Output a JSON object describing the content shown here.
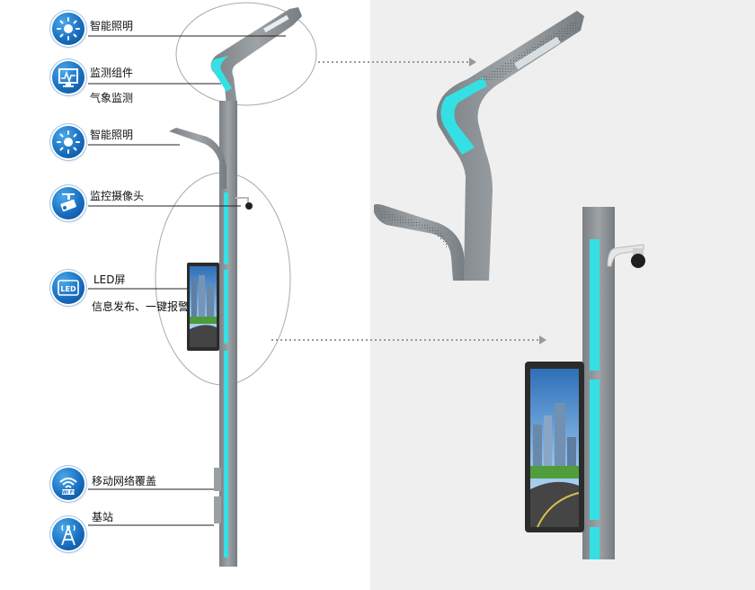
{
  "features": [
    {
      "id": "lighting-top",
      "icon": "sun-icon",
      "labels": [
        "智能照明"
      ]
    },
    {
      "id": "monitor",
      "icon": "monitor-icon",
      "labels": [
        "监测组件",
        "气象监测"
      ]
    },
    {
      "id": "lighting-secondary",
      "icon": "sun-icon",
      "labels": [
        "智能照明"
      ]
    },
    {
      "id": "camera",
      "icon": "camera-icon",
      "labels": [
        "监控摄像头"
      ]
    },
    {
      "id": "led",
      "icon": "led-icon",
      "labels": [
        "LED屏",
        "信息发布、一键报警"
      ]
    },
    {
      "id": "wifi",
      "icon": "wifi-icon",
      "labels": [
        "移动网络覆盖"
      ]
    },
    {
      "id": "base-station",
      "icon": "tower-icon",
      "labels": [
        "基站"
      ]
    }
  ],
  "colors": {
    "pole": "#8d9296",
    "pole_dark": "#6f7478",
    "led_strip": "#35e0e4",
    "icon_blue": "#1a6fc0",
    "right_bg": "#efefef",
    "arrow": "#999999"
  }
}
